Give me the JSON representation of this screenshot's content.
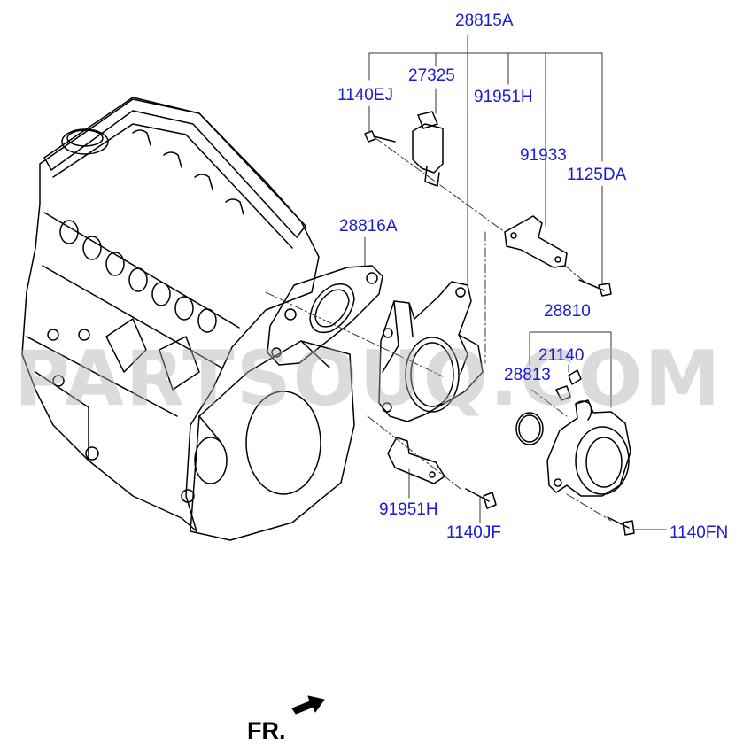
{
  "colors": {
    "label": "#1a1ad8",
    "line": "#000000",
    "leader": "#333333",
    "watermark": "#b0b0b0"
  },
  "watermark": "PARTSOUQ.COM",
  "direction": {
    "label": "FR.",
    "arrow_icon": "front-arrow-icon"
  },
  "labels": {
    "l28815A": "28815A",
    "l27325": "27325",
    "l1140EJ": "1140EJ",
    "l91951H_top": "91951H",
    "l91933": "91933",
    "l1125DA": "1125DA",
    "l28816A": "28816A",
    "l28810": "28810",
    "l21140": "21140",
    "l28813": "28813",
    "l91951H_bottom": "91951H",
    "l1140JF": "1140JF",
    "l1140FN": "1140FN"
  }
}
